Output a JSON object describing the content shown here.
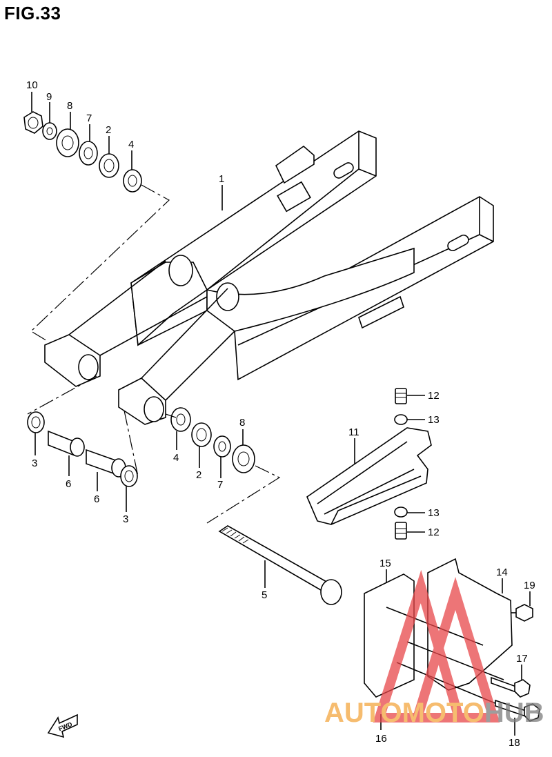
{
  "figure": {
    "title": "FIG.33"
  },
  "callouts": [
    {
      "id": "c10a",
      "text": "10"
    },
    {
      "id": "c9a",
      "text": "9"
    },
    {
      "id": "c8a",
      "text": "8"
    },
    {
      "id": "c7a",
      "text": "7"
    },
    {
      "id": "c2a",
      "text": "2"
    },
    {
      "id": "c4a",
      "text": "4"
    },
    {
      "id": "c1",
      "text": "1"
    },
    {
      "id": "c3a",
      "text": "3"
    },
    {
      "id": "c6a",
      "text": "6"
    },
    {
      "id": "c6b",
      "text": "6"
    },
    {
      "id": "c3b",
      "text": "3"
    },
    {
      "id": "c4b",
      "text": "4"
    },
    {
      "id": "c2b",
      "text": "2"
    },
    {
      "id": "c7b",
      "text": "7"
    },
    {
      "id": "c8b",
      "text": "8"
    },
    {
      "id": "c5",
      "text": "5"
    },
    {
      "id": "c11",
      "text": "11"
    },
    {
      "id": "c12a",
      "text": "12"
    },
    {
      "id": "c13a",
      "text": "13"
    },
    {
      "id": "c13b",
      "text": "13"
    },
    {
      "id": "c12b",
      "text": "12"
    },
    {
      "id": "c15",
      "text": "15"
    },
    {
      "id": "c14",
      "text": "14"
    },
    {
      "id": "c19",
      "text": "19"
    },
    {
      "id": "c17",
      "text": "17"
    },
    {
      "id": "c16",
      "text": "16"
    },
    {
      "id": "c18",
      "text": "18"
    }
  ],
  "fwd_marker": {
    "text": "FWD"
  },
  "watermark": {
    "part1": "AUTOMOTO",
    "part2": "HUB",
    "accent_color": "#f4a640",
    "logo_color": "#e8474a"
  }
}
